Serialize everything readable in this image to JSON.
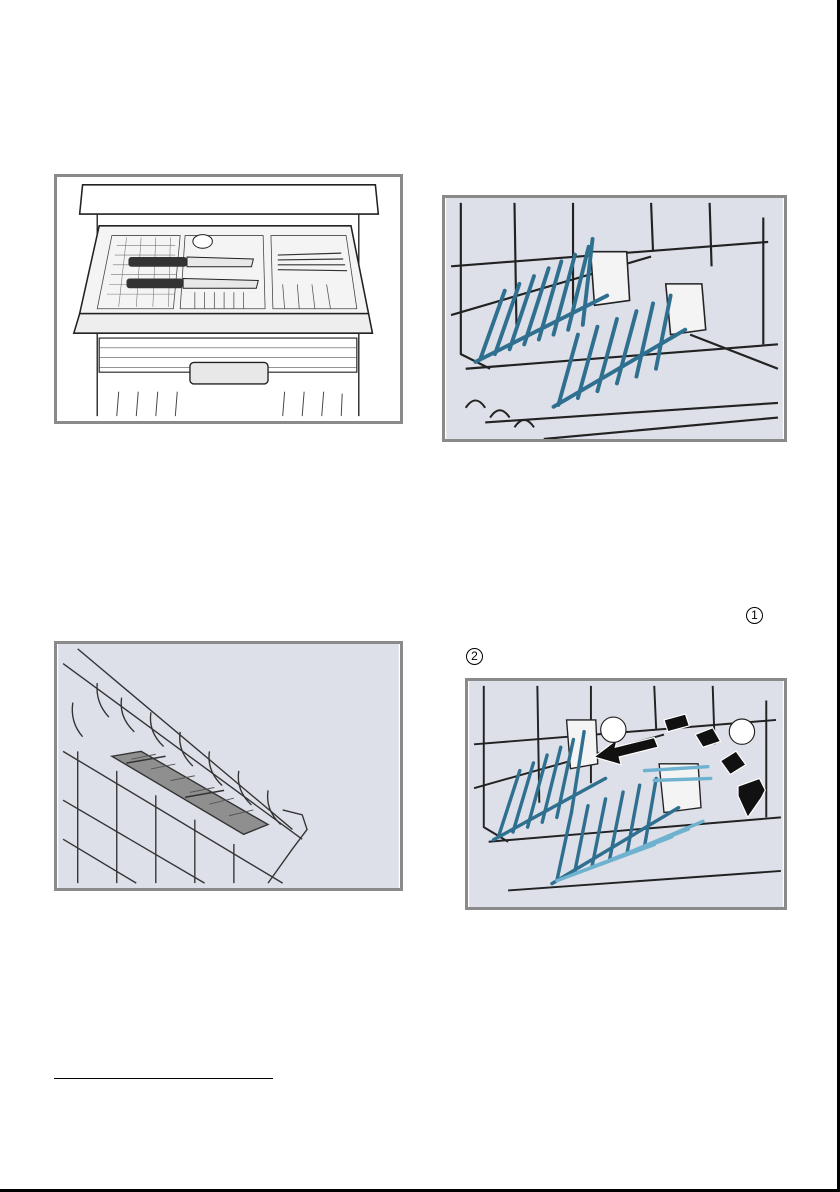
{
  "markers": {
    "step_1": "1",
    "step_2": "2"
  },
  "figures": {
    "cutlery_drawer": "dishwasher-upper-cutlery-drawer",
    "plate_rack": "lower-basket-folding-tine-rows",
    "knife_shelf": "basket-side-knife-shelf",
    "fold_tines": "folding-tines-step-illustration"
  },
  "colors": {
    "frame": "#8a8a8a",
    "panel_grey": "#dde0e8",
    "tine_blue": "#2f6f8f",
    "tine_light_blue": "#6fb2cf",
    "arrow_black": "#111111"
  }
}
